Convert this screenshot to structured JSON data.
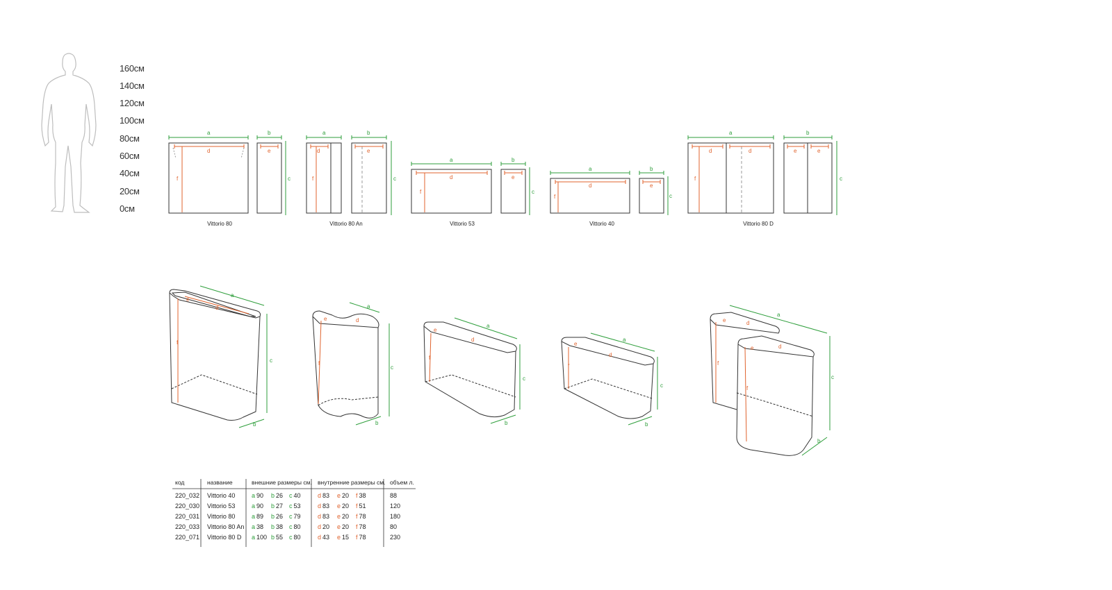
{
  "colors": {
    "outer_dim": "#2e9e3b",
    "inner_dim": "#e0632e",
    "outline": "#333333",
    "silhouette": "#bbbbbb"
  },
  "silhouette_icon": "human-silhouette-icon",
  "height_scale": [
    "160см",
    "140см",
    "120см",
    "100см",
    "80см",
    "60см",
    "40см",
    "20см",
    "0см"
  ],
  "dim_letters": {
    "a": "a",
    "b": "b",
    "c": "c",
    "d": "d",
    "e": "e",
    "f": "f"
  },
  "models": [
    "Vittorio 80",
    "Vittorio 80 An",
    "Vittorio 53",
    "Vittorio 40",
    "Vittorio 80 D"
  ],
  "table": {
    "headers": {
      "code": "код",
      "name": "название",
      "outer": "внешние размеры  см.",
      "inner": "внутренние размеры  см.",
      "volume": "объем  л."
    },
    "rows": [
      {
        "code": "220_032",
        "name": "Vittorio 40",
        "a": "90",
        "b": "26",
        "c": "40",
        "d": "83",
        "e": "20",
        "f": "38",
        "volume": "88"
      },
      {
        "code": "220_030",
        "name": "Vittorio 53",
        "a": "90",
        "b": "27",
        "c": "53",
        "d": "83",
        "e": "20",
        "f": "51",
        "volume": "120"
      },
      {
        "code": "220_031",
        "name": "Vittorio 80",
        "a": "89",
        "b": "26",
        "c": "79",
        "d": "83",
        "e": "20",
        "f": "78",
        "volume": "180"
      },
      {
        "code": "220_033",
        "name": "Vittorio 80 An",
        "a": "38",
        "b": "38",
        "c": "80",
        "d": "20",
        "e": "20",
        "f": "78",
        "volume": "80"
      },
      {
        "code": "220_071",
        "name": "Vittorio 80 D",
        "a": "100",
        "b": "55",
        "c": "80",
        "d": "43",
        "e": "15",
        "f": "78",
        "volume": "230"
      }
    ]
  }
}
